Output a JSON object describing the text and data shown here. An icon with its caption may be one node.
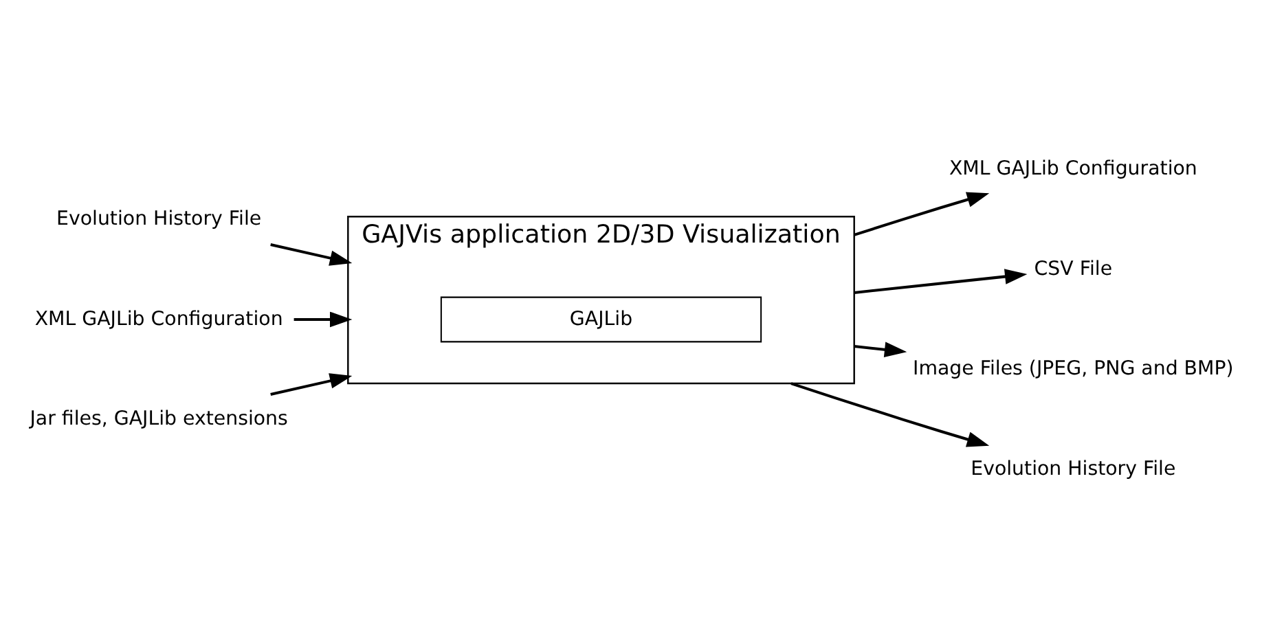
{
  "diagram": {
    "nodes": [
      {
        "text": [
          "GAJVis application 2D/3D Visualization"
        ]
      },
      {
        "text": [
          "GAJLib"
        ],
        "in": 0
      },
      {
        "text": [
          "Evolution History File"
        ]
      },
      {
        "text": [
          "XML GAJLib Configuration"
        ]
      },
      {
        "text": [
          "Jar files, GAJLib extensions"
        ]
      },
      {
        "text": [
          "XML GAJLib Configuration"
        ]
      },
      {
        "text": [
          "CSV File"
        ]
      },
      {
        "text": [
          "Image Files (JPEG, PNG and BMP)"
        ]
      },
      {
        "text": [
          "Evolution History File"
        ]
      }
    ],
    "edges": [
      {
        "from": 2,
        "to": 0,
        "arrow": "to"
      },
      {
        "from": 3,
        "to": 0,
        "arrow": "to"
      },
      {
        "from": 4,
        "to": 0,
        "arrow": "to"
      },
      {
        "from": 0,
        "to": 5,
        "arrow": "to"
      },
      {
        "from": 0,
        "to": 6,
        "arrow": "to"
      },
      {
        "from": 0,
        "to": 7,
        "arrow": "to"
      },
      {
        "from": 0,
        "to": 8,
        "arrow": "to"
      }
    ]
  }
}
